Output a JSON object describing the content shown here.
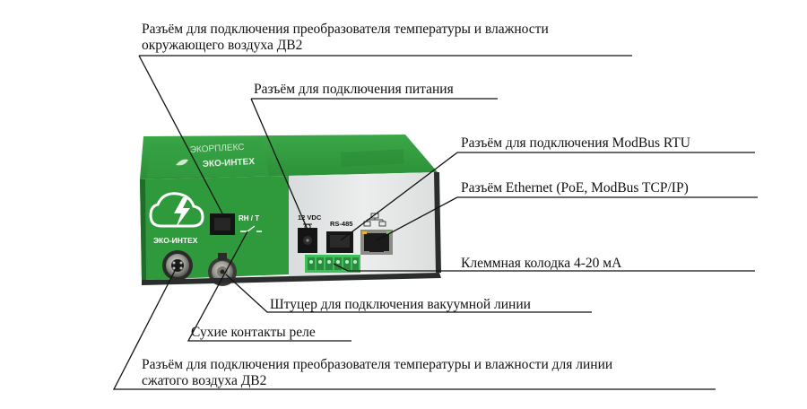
{
  "callouts": {
    "dv2_ambient": {
      "line1": "Разъём для подключения преобразователя температуры и влажности",
      "line2": "окружающего воздуха ДВ2"
    },
    "power": "Разъём для подключения питания",
    "modbus_rtu": "Разъём для подключения ModBus RTU",
    "ethernet": "Разъём Ethernet (PoE, ModBus TCP/IP)",
    "terminal": "Клеммная колодка 4-20 мА",
    "fitting": "Штуцер для подключения вакуумной линии",
    "relay": "Сухие контакты реле",
    "dv2_compressed": {
      "line1": "Разъём для подключения преобразователя температуры и влажности для линии",
      "line2": "сжатого воздуха ДВ2"
    }
  },
  "device": {
    "brand": "ЭКО-ИНТЕХ",
    "top_brand": "ЭКО-ИНТЕХ",
    "top_model": "ЭКОРПЛЕКС",
    "port_rh_t": "RH / T",
    "port_12vdc": "12 VDC",
    "port_rs485": "RS-485",
    "colors": {
      "green": "#2f9a3c",
      "panel": "#e4e6e6",
      "body_dark": "#2a2d2c"
    }
  }
}
